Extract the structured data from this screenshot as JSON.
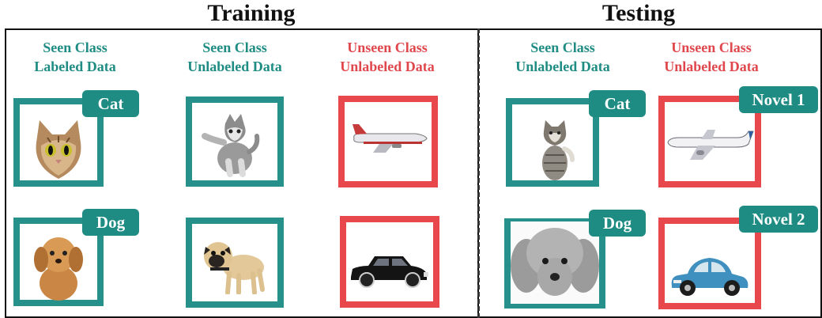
{
  "titles": {
    "training": "Training",
    "testing": "Testing"
  },
  "columns": {
    "c1": [
      "Seen Class",
      "Labeled Data"
    ],
    "c2": [
      "Seen Class",
      "Unlabeled Data"
    ],
    "c3": [
      "Unseen Class",
      "Unlabeled Data"
    ],
    "c4": [
      "Seen Class",
      "Unlabeled Data"
    ],
    "c5": [
      "Unseen Class",
      "Unlabeled Data"
    ]
  },
  "tags": {
    "cat": "Cat",
    "dog": "Dog",
    "novel1": "Novel 1",
    "novel2": "Novel 2"
  },
  "colors": {
    "seen": "#25918a",
    "unseen": "#e8474c"
  }
}
